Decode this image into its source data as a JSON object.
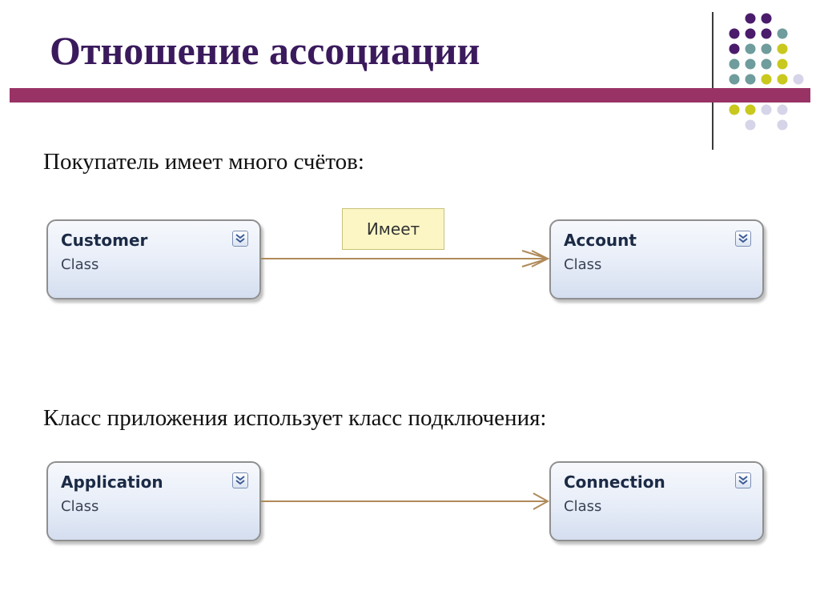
{
  "title": "Отношение ассоциации",
  "colors": {
    "title_bar": "#993366",
    "dot_purple": "#4b1c6b",
    "dot_teal": "#6f9c9c",
    "dot_yellow": "#c8c81e",
    "dot_lavender": "#d6d4e8",
    "connector": "#b08a5a"
  },
  "examples": [
    {
      "caption": "Покупатель имеет много счётов:",
      "source": {
        "name": "Customer",
        "kind": "Class"
      },
      "target": {
        "name": "Account",
        "kind": "Class"
      },
      "association_label": "Имеет"
    },
    {
      "caption": "Класс приложения использует класс подключения:",
      "source": {
        "name": "Application",
        "kind": "Class"
      },
      "target": {
        "name": "Connection",
        "kind": "Class"
      }
    }
  ]
}
